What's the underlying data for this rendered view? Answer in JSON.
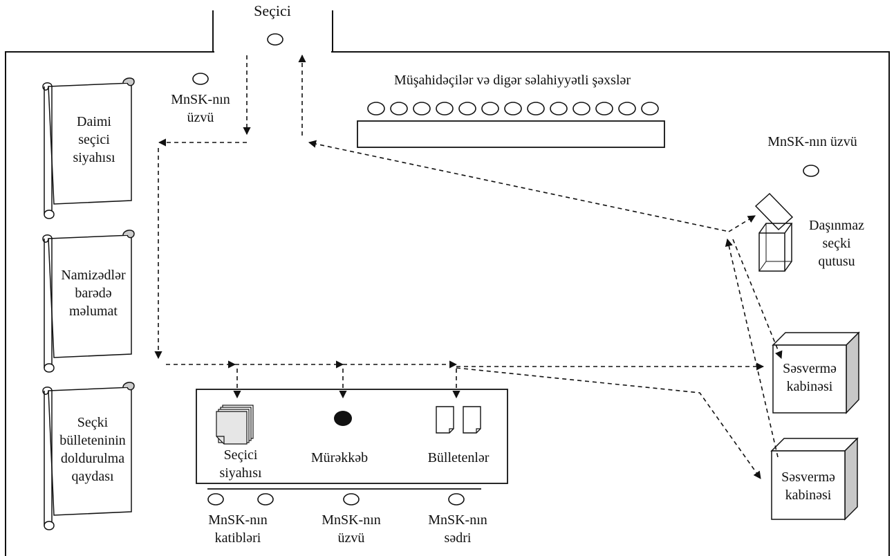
{
  "entrance": {
    "label": "Seçici"
  },
  "scrolls": [
    {
      "lines": [
        "Daimi",
        "seçici",
        "siyahısı"
      ]
    },
    {
      "lines": [
        "Namizədlər",
        "barədə",
        "məlumat"
      ]
    },
    {
      "lines": [
        "Seçki",
        "bülleteninin",
        "doldurulma",
        "qaydası"
      ]
    }
  ],
  "member_top_left": {
    "lines": [
      "MnSK-nın",
      "üzvü"
    ]
  },
  "observers": {
    "label": "Müşahidəçilər və digər səlahiyyətli şəxslər",
    "count": 13
  },
  "member_top_right": {
    "label": "MnSK-nın üzvü"
  },
  "ballot_box": {
    "lines": [
      "Daşınmaz",
      "seçki",
      "qutusu"
    ]
  },
  "booths": [
    {
      "lines": [
        "Səsvermə",
        "kabinəsi"
      ]
    },
    {
      "lines": [
        "Səsvermə",
        "kabinəsi"
      ]
    }
  ],
  "table": {
    "items": [
      {
        "lines": [
          "Seçici",
          "siyahısı"
        ]
      },
      {
        "lines": [
          "Mürəkkəb"
        ]
      },
      {
        "lines": [
          "Bülletenlər"
        ]
      }
    ]
  },
  "staff": [
    {
      "lines": [
        "MnSK-nın",
        "katibləri"
      ]
    },
    {
      "lines": [
        "MnSK-nın",
        "üzvü"
      ]
    },
    {
      "lines": [
        "MnSK-nın",
        "sədri"
      ]
    }
  ]
}
